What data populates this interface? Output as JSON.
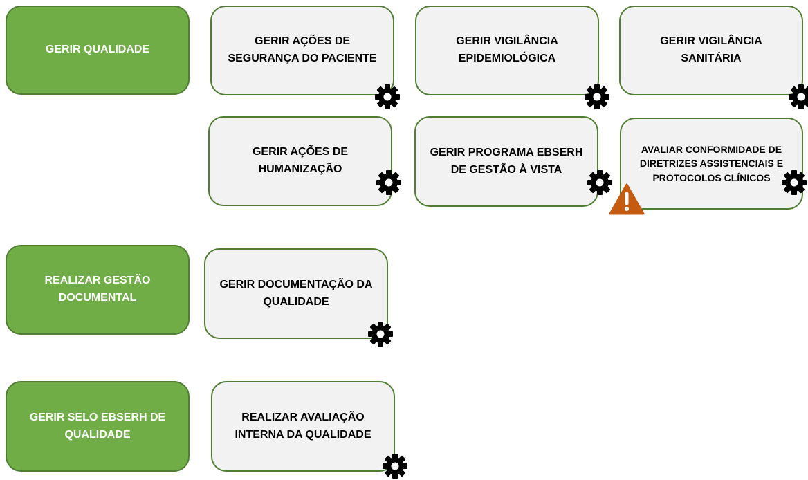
{
  "groups": [
    {
      "label": "GERIR QUALIDADE"
    },
    {
      "label": "REALIZAR GESTÃO DOCUMENTAL"
    },
    {
      "label": "GERIR SELO EBSERH DE QUALIDADE"
    }
  ],
  "processes": [
    {
      "label": "GERIR AÇÕES DE SEGURANÇA DO PACIENTE",
      "icon": "gear-icon"
    },
    {
      "label": "GERIR VIGILÂNCIA EPIDEMIOLÓGICA",
      "icon": "gear-icon"
    },
    {
      "label": "GERIR VIGILÂNCIA SANITÁRIA",
      "icon": "gear-icon"
    },
    {
      "label": "GERIR AÇÕES DE HUMANIZAÇÃO",
      "icon": "gear-icon"
    },
    {
      "label": "GERIR PROGRAMA EBSERH DE GESTÃO À VISTA",
      "icon": "gear-icon"
    },
    {
      "label": "AVALIAR CONFORMIDADE DE DIRETRIZES ASSISTENCIAIS E PROTOCOLOS CLÍNICOS",
      "icon": "gear-icon",
      "alert_icon": "warning-icon"
    },
    {
      "label": "GERIR DOCUMENTAÇÃO DA QUALIDADE",
      "icon": "gear-icon"
    },
    {
      "label": "REALIZAR AVALIAÇÃO INTERNA DA QUALIDADE",
      "icon": "gear-icon"
    }
  ],
  "colors": {
    "group_fill": "#70ad47",
    "group_border": "#507e32",
    "process_fill": "#f2f2f2",
    "process_border": "#507e32",
    "warning": "#c55a11"
  }
}
